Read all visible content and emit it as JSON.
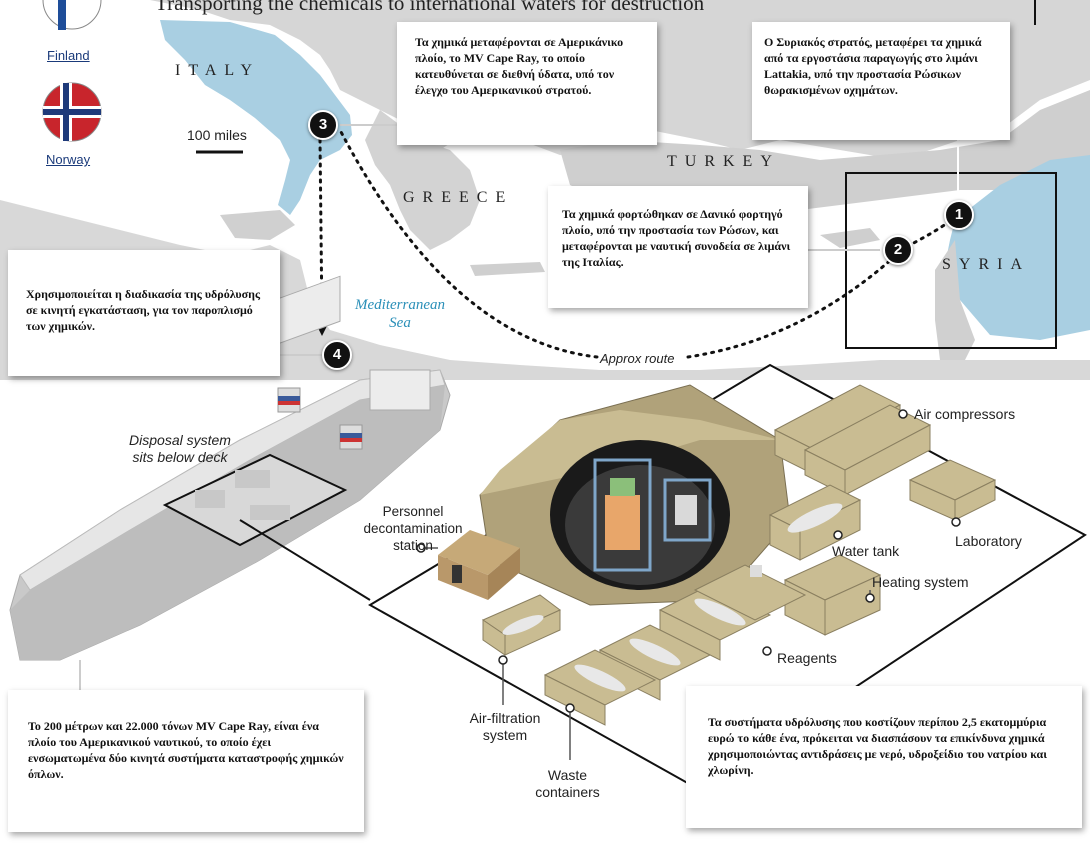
{
  "header": {
    "title": "Transporting the chemicals to international waters for destruction"
  },
  "flags": [
    {
      "label": "Finland",
      "icon": "finland-flag-icon"
    },
    {
      "label": "Norway",
      "icon": "norway-flag-icon"
    }
  ],
  "map": {
    "countries": {
      "italy": "ITALY",
      "turkey": "TURKEY",
      "greece": "GREECE",
      "syria": "SYRIA"
    },
    "sea": [
      "Mediterranean",
      "Sea"
    ],
    "scale": "100 miles",
    "route_label": "Approx route",
    "markers": [
      "1",
      "2",
      "3",
      "4"
    ],
    "colors": {
      "water": "#ffffff",
      "land": "#d4d4d4",
      "italy_highlight": "#a9cfe2",
      "syria_highlight": "#a9cfe2"
    }
  },
  "callouts": {
    "step1": "Ο Συριακός στρατός, μεταφέρει τα χημικά από τα εργοστάσια παραγωγής στο λιμάνι Lattakia, υπό την προστασία Ρώσικων θωρακισμένων οχημάτων.",
    "step2": "Τα χημικά φορτώθηκαν σε Δανικό φορτηγό πλοίο, υπό την προστασία των Ρώσων, και μεταφέρονται με ναυτική συνοδεία σε λιμάνι της Ιταλίας.",
    "step3": "Τα χημικά μεταφέρονται σε Αμερικάνικο πλοίο, το MV Cape Ray, το οποίο κατευθύνεται σε διεθνή ύδατα, υπό τον έλεγχο του Αμερικανικού στρατού.",
    "step4": "Χρησιμοποιείται η διαδικασία της υδρόλυσης σε κινητή εγκατάσταση, για τον παροπλισμό των χημικών.",
    "ship": "Το 200 μέτρων και 22.000 τόνων MV Cape Ray, είναι ένα πλοίο του Αμερικανικού ναυτικού, το οποίο έχει ενσωματωμένα δύο κινητά συστήματα καταστροφής χημικών όπλων.",
    "systems": "Τα συστήματα υδρόλυσης που κοστίζουν περίπου 2,5 εκατομμύρια ευρώ το κάθε ένα, πρόκειται να διασπάσουν τα επικίνδυνα χημικά χρησιμοποιώντας αντιδράσεις με νερό, υδροξείδιο του νατρίου και χλωρίνη."
  },
  "diagram": {
    "ship_label": [
      "Disposal system",
      "sits below deck"
    ],
    "parts": {
      "personnel": [
        "Personnel",
        "decontamination",
        "station"
      ],
      "air_compressors": "Air compressors",
      "water_tank": "Water tank",
      "laboratory": "Laboratory",
      "heating": "Heating system",
      "reagents": "Reagents",
      "air_filtration": [
        "Air-filtration",
        "system"
      ],
      "waste": [
        "Waste",
        "containers"
      ]
    }
  }
}
